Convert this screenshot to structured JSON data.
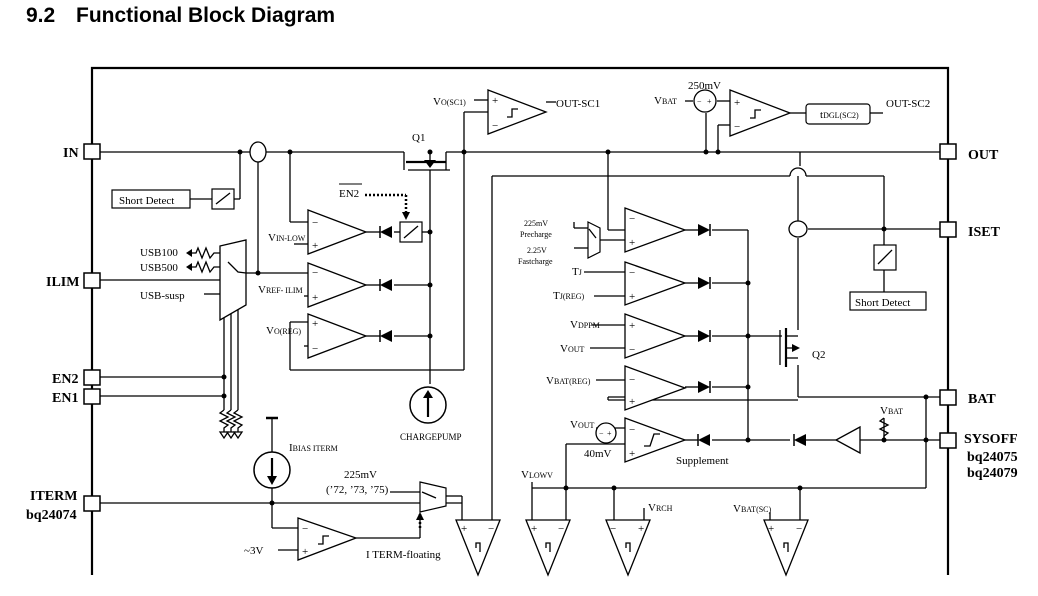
{
  "heading": {
    "number": "9.2",
    "title": "Functional Block Diagram"
  },
  "pins": {
    "in": "IN",
    "ilim": "ILIM",
    "en2": "EN2",
    "en1": "EN1",
    "iterm": "ITERM",
    "iterm_variant": "bq24074",
    "out": "OUT",
    "iset": "ISET",
    "bat": "BAT",
    "sysoff": "SYSOFF",
    "sysoff_variant_1": "bq24075",
    "sysoff_variant_2": "bq24079"
  },
  "labels": {
    "q1": "Q1",
    "q2": "Q2",
    "en2_bar": "EN2",
    "short_detect_left": "Short Detect",
    "short_detect_right": "Short Detect",
    "usb100": "USB100",
    "usb500": "USB500",
    "usb_susp": "USB-susp",
    "vin_low_main": "V",
    "vin_low_sub": "IN-LOW",
    "vref_ilim_main": "V",
    "vref_ilim_sub": "REF- ILIM",
    "vo_reg_main": "V",
    "vo_reg_sub": "O(REG)",
    "vo_sc1_main": "V",
    "vo_sc1_sub": "O(SC1)",
    "out_sc1": "OUT-SC1",
    "vbat_top_main": "V",
    "vbat_top_sub": "BAT",
    "mv250": "250mV",
    "tdgl_main": "t",
    "tdgl_sub": "DGL(SC2)",
    "out_sc2": "OUT-SC2",
    "chargepump": "CHARGEPUMP",
    "ibias_main": "I",
    "ibias_sub": "BIAS ITERM",
    "mv225_iterm": "225mV",
    "iterm_parts": "(’72, ’73, ’75)",
    "iterm_floating": "I TERM-floating",
    "v3": "~3V",
    "mv225_pre": "225mV",
    "precharge": "Precharge",
    "v225": "2.25V",
    "fastcharge": "Fastcharge",
    "tj_main": "T",
    "tj_sub": "J",
    "tjreg_main": "T",
    "tjreg_sub": "J(REG)",
    "vdppm_main": "V",
    "vdppm_sub": "DPPM",
    "vout_main": "V",
    "vout_sub": "OUT",
    "vbatreg_main": "V",
    "vbatreg_sub": "BAT(REG)",
    "vout2_main": "V",
    "vout2_sub": "OUT",
    "mv40": "40mV",
    "supplement": "Supplement",
    "vbat_r_main": "V",
    "vbat_r_sub": "BAT",
    "vlowv_main": "V",
    "vlowv_sub": "LOWV",
    "vrch_main": "V",
    "vrch_sub": "RCH",
    "vbatsc_main": "V",
    "vbatsc_sub": "BAT(SC)"
  }
}
